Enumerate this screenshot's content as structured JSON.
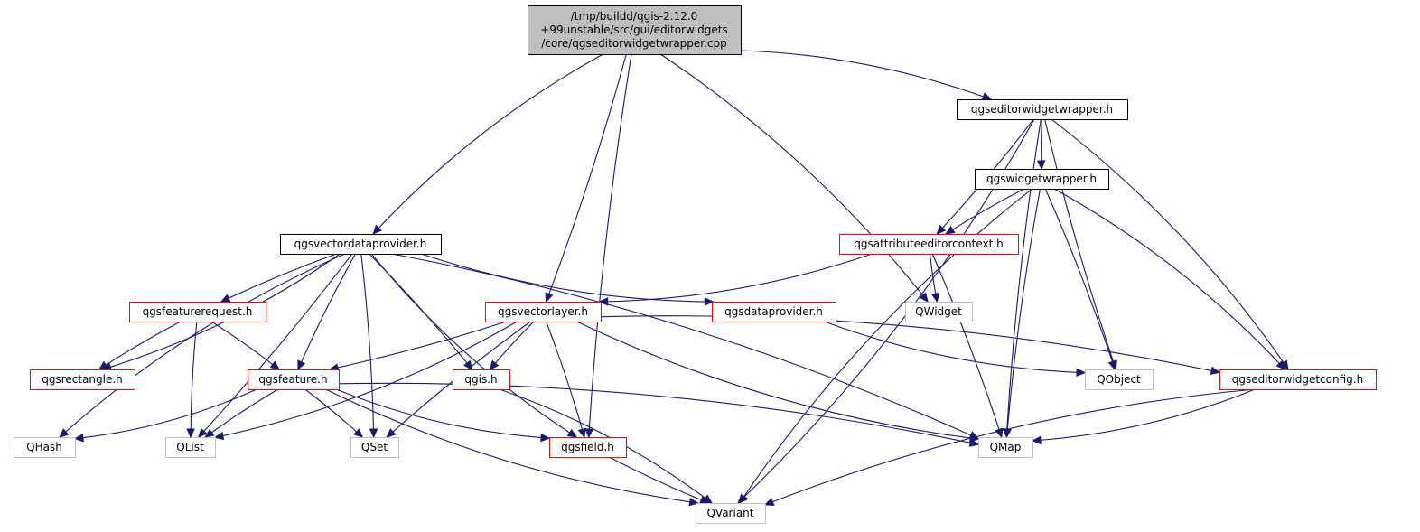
{
  "colors": {
    "edge": "#191970",
    "root_fill": "#bfbfbf",
    "root_border": "#000000",
    "documented_border": "#000000",
    "truncated_border": "#ff0000",
    "external_border": "#bfbfbf",
    "external_text": "#000000"
  },
  "nodes": [
    {
      "id": "root",
      "kind": "root",
      "lines": [
        "/tmp/buildd/qgis-2.12.0",
        "+99unstable/src/gui/editorwidgets",
        "/core/qgseditorwidgetwrapper.cpp"
      ]
    },
    {
      "id": "qgseditorwidgetwrapper_h",
      "kind": "documented",
      "lines": [
        "qgseditorwidgetwrapper.h"
      ]
    },
    {
      "id": "qgswidgetwrapper_h",
      "kind": "documented",
      "lines": [
        "qgswidgetwrapper.h"
      ]
    },
    {
      "id": "qgsvectordataprovider_h",
      "kind": "documented",
      "lines": [
        "qgsvectordataprovider.h"
      ]
    },
    {
      "id": "qgsattributeeditorcontext_h",
      "kind": "truncated",
      "lines": [
        "qgsattributeeditorcontext.h"
      ]
    },
    {
      "id": "qgsfeaturerequest_h",
      "kind": "truncated",
      "lines": [
        "qgsfeaturerequest.h"
      ]
    },
    {
      "id": "qgsvectorlayer_h",
      "kind": "truncated",
      "lines": [
        "qgsvectorlayer.h"
      ]
    },
    {
      "id": "qgsdataprovider_h",
      "kind": "truncated",
      "lines": [
        "qgsdataprovider.h"
      ]
    },
    {
      "id": "QWidget",
      "kind": "external",
      "lines": [
        "QWidget"
      ]
    },
    {
      "id": "qgsrectangle_h",
      "kind": "truncated",
      "lines": [
        "qgsrectangle.h"
      ]
    },
    {
      "id": "qgsfeature_h",
      "kind": "truncated",
      "lines": [
        "qgsfeature.h"
      ]
    },
    {
      "id": "qgis_h",
      "kind": "truncated",
      "lines": [
        "qgis.h"
      ]
    },
    {
      "id": "QObject",
      "kind": "external",
      "lines": [
        "QObject"
      ]
    },
    {
      "id": "qgseditorwidgetconfig_h",
      "kind": "truncated",
      "lines": [
        "qgseditorwidgetconfig.h"
      ]
    },
    {
      "id": "QHash",
      "kind": "external",
      "lines": [
        "QHash"
      ]
    },
    {
      "id": "QList",
      "kind": "external",
      "lines": [
        "QList"
      ]
    },
    {
      "id": "QSet",
      "kind": "external",
      "lines": [
        "QSet"
      ]
    },
    {
      "id": "qgsfield_h",
      "kind": "truncated",
      "lines": [
        "qgsfield.h"
      ]
    },
    {
      "id": "QMap",
      "kind": "external",
      "lines": [
        "QMap"
      ]
    },
    {
      "id": "QVariant",
      "kind": "external",
      "lines": [
        "QVariant"
      ]
    }
  ],
  "edges": [
    [
      "root",
      "qgseditorwidgetwrapper_h"
    ],
    [
      "root",
      "qgsvectordataprovider_h"
    ],
    [
      "root",
      "qgsvectorlayer_h"
    ],
    [
      "root",
      "qgsfield_h"
    ],
    [
      "root",
      "QWidget"
    ],
    [
      "qgseditorwidgetwrapper_h",
      "qgswidgetwrapper_h"
    ],
    [
      "qgseditorwidgetwrapper_h",
      "qgsattributeeditorcontext_h"
    ],
    [
      "qgseditorwidgetwrapper_h",
      "QObject"
    ],
    [
      "qgseditorwidgetwrapper_h",
      "qgseditorwidgetconfig_h"
    ],
    [
      "qgseditorwidgetwrapper_h",
      "QMap"
    ],
    [
      "qgseditorwidgetwrapper_h",
      "QVariant"
    ],
    [
      "qgswidgetwrapper_h",
      "qgsattributeeditorcontext_h"
    ],
    [
      "qgswidgetwrapper_h",
      "QObject"
    ],
    [
      "qgswidgetwrapper_h",
      "QMap"
    ],
    [
      "qgswidgetwrapper_h",
      "qgseditorwidgetconfig_h"
    ],
    [
      "qgswidgetwrapper_h",
      "QVariant"
    ],
    [
      "qgsattributeeditorcontext_h",
      "qgsvectorlayer_h"
    ],
    [
      "qgsattributeeditorcontext_h",
      "QWidget"
    ],
    [
      "qgsattributeeditorcontext_h",
      "QMap"
    ],
    [
      "qgsvectordataprovider_h",
      "qgsfeaturerequest_h"
    ],
    [
      "qgsvectordataprovider_h",
      "qgsrectangle_h"
    ],
    [
      "qgsvectordataprovider_h",
      "qgsfeature_h"
    ],
    [
      "qgsvectordataprovider_h",
      "QSet"
    ],
    [
      "qgsvectordataprovider_h",
      "qgsfield_h"
    ],
    [
      "qgsvectordataprovider_h",
      "qgis_h"
    ],
    [
      "qgsvectordataprovider_h",
      "qgsdataprovider_h"
    ],
    [
      "qgsvectordataprovider_h",
      "QMap"
    ],
    [
      "qgsvectordataprovider_h",
      "QHash"
    ],
    [
      "qgsvectordataprovider_h",
      "QList"
    ],
    [
      "qgsfeaturerequest_h",
      "qgsrectangle_h"
    ],
    [
      "qgsfeaturerequest_h",
      "qgsfeature_h"
    ],
    [
      "qgsfeaturerequest_h",
      "QList"
    ],
    [
      "qgsvectorlayer_h",
      "qgsfeature_h"
    ],
    [
      "qgsvectorlayer_h",
      "qgis_h"
    ],
    [
      "qgsvectorlayer_h",
      "qgsfield_h"
    ],
    [
      "qgsvectorlayer_h",
      "QSet"
    ],
    [
      "qgsvectorlayer_h",
      "QList"
    ],
    [
      "qgsvectorlayer_h",
      "QMap"
    ],
    [
      "qgsvectorlayer_h",
      "qgseditorwidgetconfig_h"
    ],
    [
      "qgsdataprovider_h",
      "QObject"
    ],
    [
      "qgsfeature_h",
      "QHash"
    ],
    [
      "qgsfeature_h",
      "QList"
    ],
    [
      "qgsfeature_h",
      "QSet"
    ],
    [
      "qgsfeature_h",
      "qgsfield_h"
    ],
    [
      "qgsfeature_h",
      "QMap"
    ],
    [
      "qgsfeature_h",
      "QVariant"
    ],
    [
      "qgis_h",
      "QVariant"
    ],
    [
      "qgsfield_h",
      "QVariant"
    ],
    [
      "qgseditorwidgetconfig_h",
      "QMap"
    ],
    [
      "qgseditorwidgetconfig_h",
      "QVariant"
    ]
  ]
}
